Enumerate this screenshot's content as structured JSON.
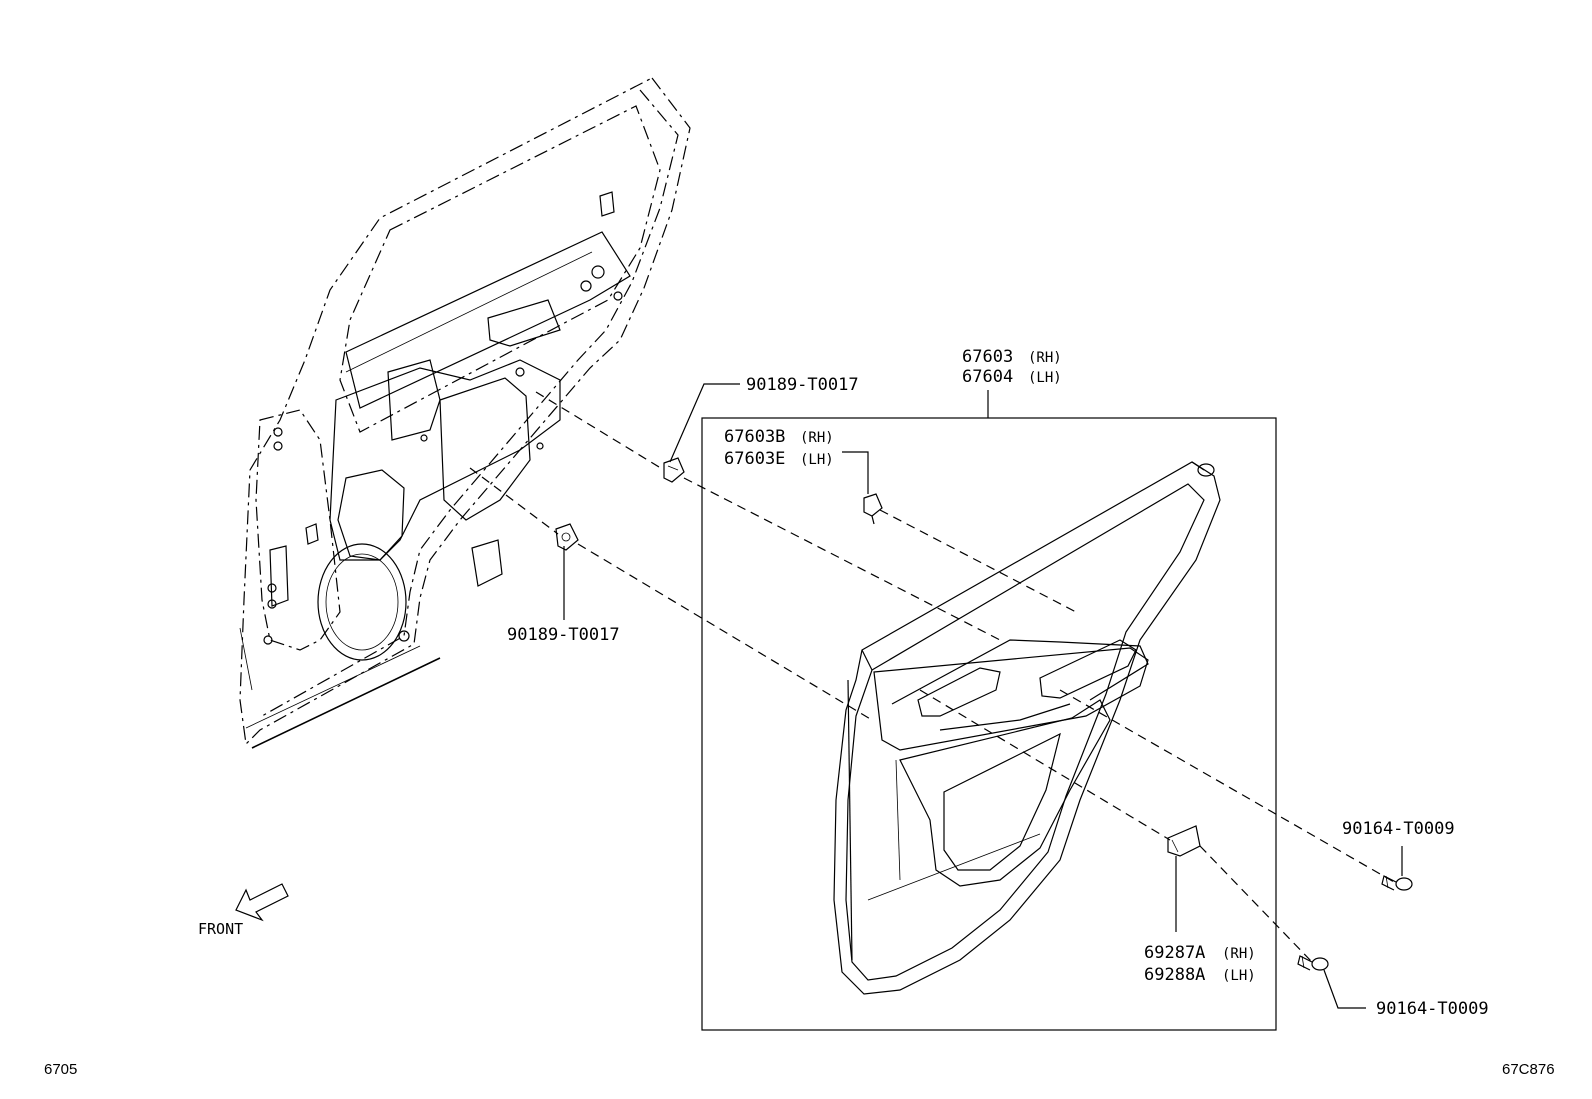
{
  "labels": {
    "clip_upper": "90189-T0017",
    "clip_lower": "90189-T0017",
    "board_rh": "67603",
    "board_lh": "67604",
    "clip_b_rh": "67603B",
    "clip_e_lh": "67603E",
    "screw_upper": "90164-T0009",
    "screw_lower": "90164-T0009",
    "cover_rh": "69287A",
    "cover_lh": "69288A",
    "rh": "(RH)",
    "lh": "(LH)",
    "front": "FRONT",
    "page_code_left": "6705",
    "page_code_right": "67C876"
  }
}
